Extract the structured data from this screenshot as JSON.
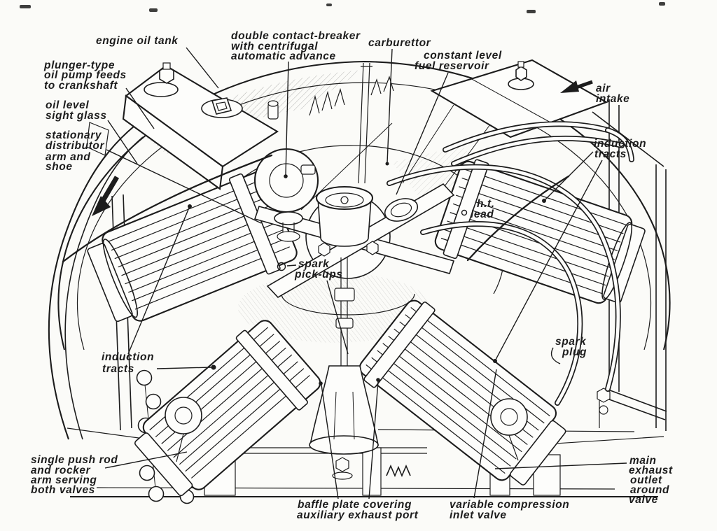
{
  "colors": {
    "paper": "#fbfbf8",
    "ink": "#1c1c1c"
  },
  "labels": {
    "engine_oil_tank": {
      "lines": [
        "engine oil tank"
      ]
    },
    "double_contact_breaker": {
      "lines": [
        "double contact-breaker",
        "with centrifugal",
        "automatic advance"
      ]
    },
    "carburettor": {
      "lines": [
        "carburettor"
      ]
    },
    "constant_level": {
      "lines": [
        "constant level",
        "fuel reservoir"
      ]
    },
    "plunger_type": {
      "lines": [
        "plunger-type",
        "oil pump feeds",
        "to crankshaft"
      ]
    },
    "oil_level": {
      "lines": [
        "oil level",
        "sight glass"
      ]
    },
    "stationary_distributor": {
      "lines": [
        "stationary",
        "distributor",
        "arm and",
        "shoe"
      ]
    },
    "air_intake": {
      "lines": [
        "air",
        "intake"
      ]
    },
    "induction_tracts_right": {
      "lines": [
        "induction",
        "tracts"
      ]
    },
    "ht_lead": {
      "lines": [
        "h.t.",
        "lead"
      ]
    },
    "spark_pickups": {
      "lines": [
        "spark",
        "pick-ups"
      ]
    },
    "induction_tracts_left": {
      "lines": [
        "induction",
        "tracts"
      ]
    },
    "spark_plug": {
      "lines": [
        "spark",
        "plug"
      ]
    },
    "single_push_rod": {
      "lines": [
        "single push rod",
        "and rocker",
        "arm serving",
        "both valves"
      ]
    },
    "baffle_plate": {
      "lines": [
        "baffle plate covering",
        "auxiliary exhaust port"
      ]
    },
    "variable_compression": {
      "lines": [
        "variable compression",
        "inlet valve"
      ]
    },
    "main_exhaust": {
      "lines": [
        "main",
        "exhaust",
        "outlet",
        "around",
        "valve"
      ]
    }
  },
  "icons": {
    "air_intake_arrow": "arrow-left",
    "rotation_direction_arrow": "arrow-down-left"
  }
}
